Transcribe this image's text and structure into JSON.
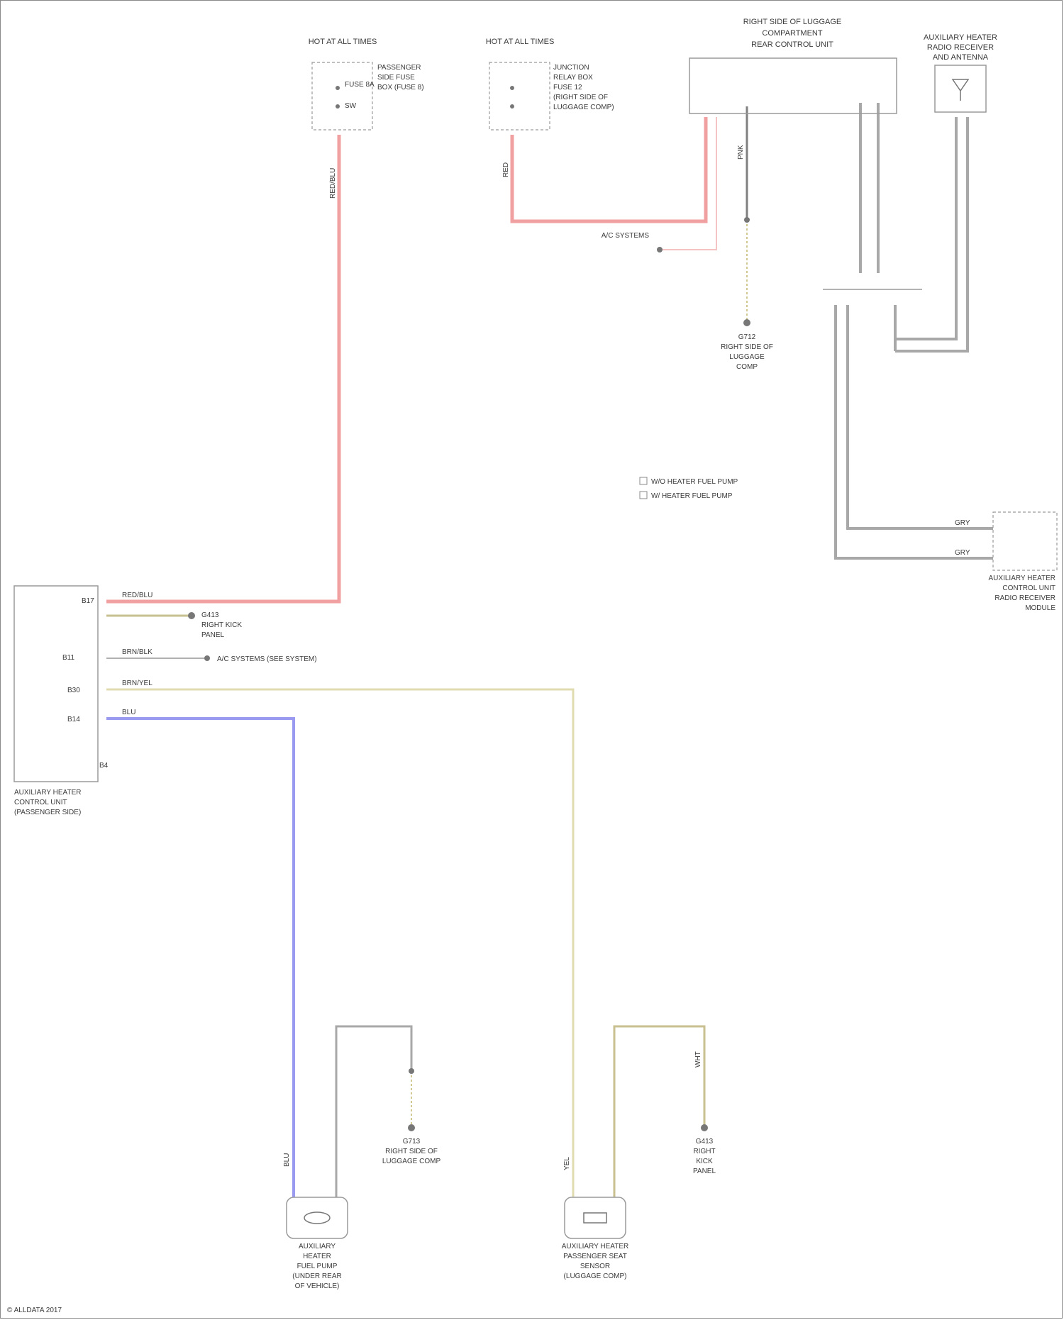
{
  "page": {
    "footer": "© ALLDATA 2017"
  },
  "fuses": {
    "fuse_a": {
      "title": "HOT AT ALL TIMES",
      "labels": [
        "PASSENGER",
        "SIDE FUSE",
        "BOX (FUSE 8)",
        "FUSE 8A",
        "SW"
      ]
    },
    "fuse_b": {
      "title": "HOT AT ALL TIMES",
      "labels": [
        "JUNCTION",
        "RELAY BOX",
        "FUSE 12",
        "(RIGHT SIDE OF",
        "LUGGAGE COMP)"
      ]
    }
  },
  "modules": {
    "control_module": {
      "title": [
        "RIGHT SIDE OF LUGGAGE",
        "COMPARTMENT",
        "REAR CONTROL UNIT"
      ]
    },
    "antenna": {
      "title": [
        "AUXILIARY HEATER",
        "RADIO RECEIVER",
        "AND ANTENNA"
      ]
    },
    "passenger_module": {
      "title": [
        "AUXILIARY HEATER",
        "CONTROL UNIT",
        "(PASSENGER SIDE)"
      ]
    },
    "heater_control": {
      "title": [
        "AUXILIARY HEATER",
        "CONTROL UNIT",
        "RADIO RECEIVER",
        "MODULE"
      ]
    },
    "fuel_pump": {
      "title": [
        "AUXILIARY",
        "HEATER",
        "FUEL PUMP",
        "(UNDER REAR",
        "OF VEHICLE)"
      ]
    },
    "sensor": {
      "title": [
        "AUXILIARY HEATER",
        "PASSENGER SEAT",
        "SENSOR",
        "(LUGGAGE COMP)"
      ]
    }
  },
  "wires": {
    "w_red_vertical": "RED/BLU",
    "w_red_fuse_b": "RED",
    "w_red_module": "RED/BLU",
    "w_brn_1": "BRN/BLK",
    "w_brn_2": "BRN/YEL",
    "w_pink": "PNK",
    "w_gry1": "GRY",
    "w_gry2": "GRY",
    "w_blu": "BLU",
    "w_yel": "YEL",
    "w_wht": "WHT"
  },
  "grounds": {
    "g1": [
      "G712",
      "RIGHT SIDE OF",
      "LUGGAGE",
      "COMP"
    ],
    "g2": [
      "G413",
      "RIGHT KICK",
      "PANEL"
    ],
    "g3": [
      "G713",
      "RIGHT SIDE OF",
      "LUGGAGE COMP"
    ],
    "g4": [
      "G413",
      "RIGHT",
      "KICK",
      "PANEL"
    ]
  },
  "refs": {
    "aux_systems_top": "A/C SYSTEMS",
    "aux_systems_mid": "A/C SYSTEMS (SEE SYSTEM)",
    "legend_1": "W/O HEATER FUEL PUMP",
    "legend_2": "W/ HEATER FUEL PUMP",
    "pass_module_pins": [
      "B17",
      "B11",
      "B30",
      "B14",
      "B4"
    ]
  },
  "colors": {
    "red": "#f0a0a0",
    "blue": "#9a9af0",
    "gray": "#a8a8a8",
    "yellow": "#e0dcb0",
    "olive": "#c8c090",
    "box": "#9a9a9a"
  }
}
